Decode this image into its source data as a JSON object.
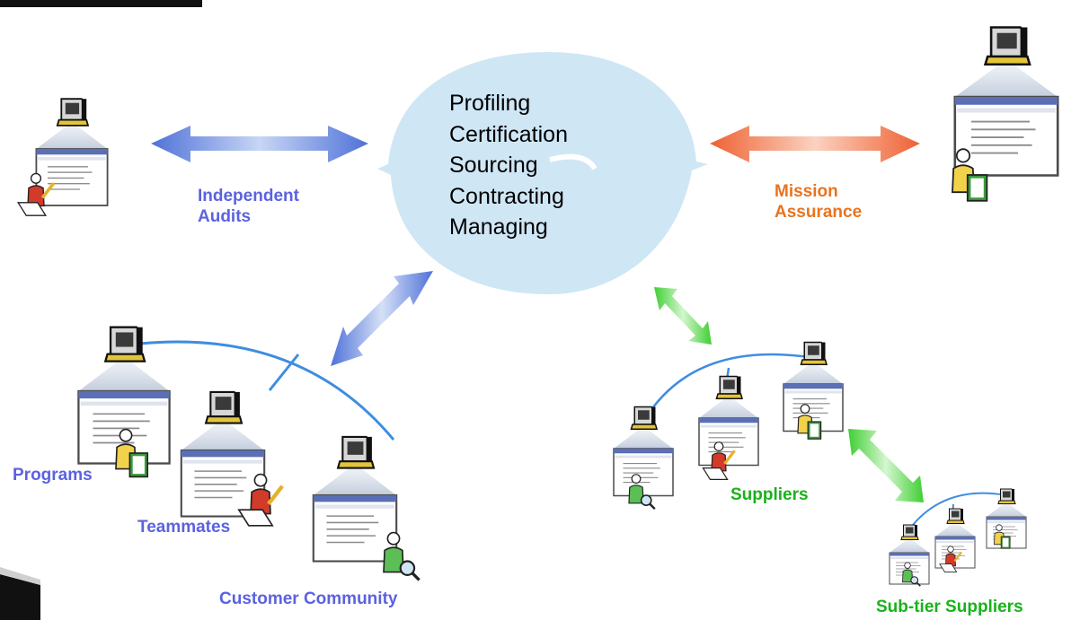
{
  "colors": {
    "cycle_fill": "#cfe6f5",
    "blue_label": "#5b62e0",
    "orange_label": "#e8731f",
    "green_label": "#19b219",
    "blue_arrow": "#5b85db",
    "orange_arrow": "#ef6a3e",
    "green_arrow": "#4fd63b",
    "network_line": "#3e8de0"
  },
  "process_steps": [
    "Profiling",
    "Certification",
    "Sourcing",
    "Contracting",
    "Managing"
  ],
  "labels": {
    "independent_audits": [
      "Independent",
      "Audits"
    ],
    "mission_assurance": [
      "Mission",
      "Assurance"
    ],
    "programs": "Programs",
    "teammates": "Teammates",
    "customer_community": "Customer Community",
    "suppliers": "Suppliers",
    "sub_tier_suppliers": "Sub-tier Suppliers"
  },
  "icons": [
    "computer-icon",
    "person-icon",
    "document-window-icon",
    "clipboard-icon",
    "pencil-icon",
    "magnifier-icon"
  ]
}
